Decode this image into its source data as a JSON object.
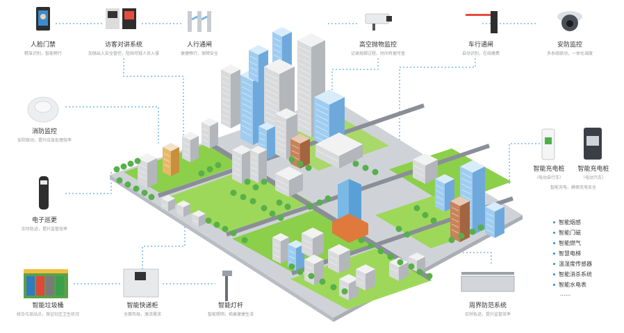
{
  "nodes": {
    "face_access": {
      "title": "人脸门禁",
      "desc": "精准识别，智能畅行",
      "icon": "face-recognition-terminal-icon"
    },
    "visitor_intercom": {
      "title": "访客对讲系统",
      "desc": "加强出入安全管控，阻挡可疑人员入侵",
      "icon": "visitor-intercom-terminal-icon"
    },
    "pedestrian_gate": {
      "title": "人行通闸",
      "desc": "便捷畅行，保障安全",
      "icon": "pedestrian-turnstile-icon"
    },
    "high_throw": {
      "title": "高空抛物监控",
      "desc": "记录抛掷过程，时间有据可查",
      "icon": "box-camera-icon"
    },
    "vehicle_gate": {
      "title": "车行通闸",
      "desc": "自动识别，在线缴费",
      "icon": "barrier-gate-icon"
    },
    "security_monitor": {
      "title": "安防监控",
      "desc": "多系统联动，一体化调度",
      "icon": "dome-camera-icon"
    },
    "fire_monitor": {
      "title": "消防监控",
      "desc": "安防联动，提升应急处理效率",
      "icon": "smoke-detector-icon"
    },
    "e_patrol": {
      "title": "电子巡更",
      "desc": "实时轨迹，提升监管效率",
      "icon": "patrol-wand-icon"
    },
    "smart_bin": {
      "title": "智能垃圾桶",
      "desc": "统合垃圾站点，保证社区卫生状况",
      "icon": "garbage-bins-icon"
    },
    "smart_locker": {
      "title": "智能快递柜",
      "desc": "全面布局，激活需求",
      "icon": "parcel-locker-icon"
    },
    "smart_lamp": {
      "title": "智能灯杆",
      "desc": "智能照明，拓展便捷生活",
      "icon": "smart-lamp-pole-icon"
    },
    "perimeter": {
      "title": "周界防范系统",
      "desc": "实时轨迹，提升监管效率",
      "icon": "perimeter-fence-icon"
    },
    "charge_bike": {
      "title": "智能充电桩",
      "sub": "（电动自行车）",
      "icon": "ebike-charger-icon"
    },
    "charge_car": {
      "title": "智能充电桩",
      "sub": "（电动汽车）",
      "icon": "ev-charger-icon"
    },
    "charge_desc": "智能充电，确保充电安全"
  },
  "features": [
    "智能烟感",
    "智能门磁",
    "智能燃气",
    "智慧电梯",
    "温湿度传感器",
    "智能消杀系统",
    "智能水电表",
    "......"
  ],
  "colors": {
    "connector": "#2f95de",
    "grass": "#8ccf4a",
    "road": "#8a8f97",
    "glass": "#8fc6ec",
    "accent": "#2a8ad6"
  }
}
